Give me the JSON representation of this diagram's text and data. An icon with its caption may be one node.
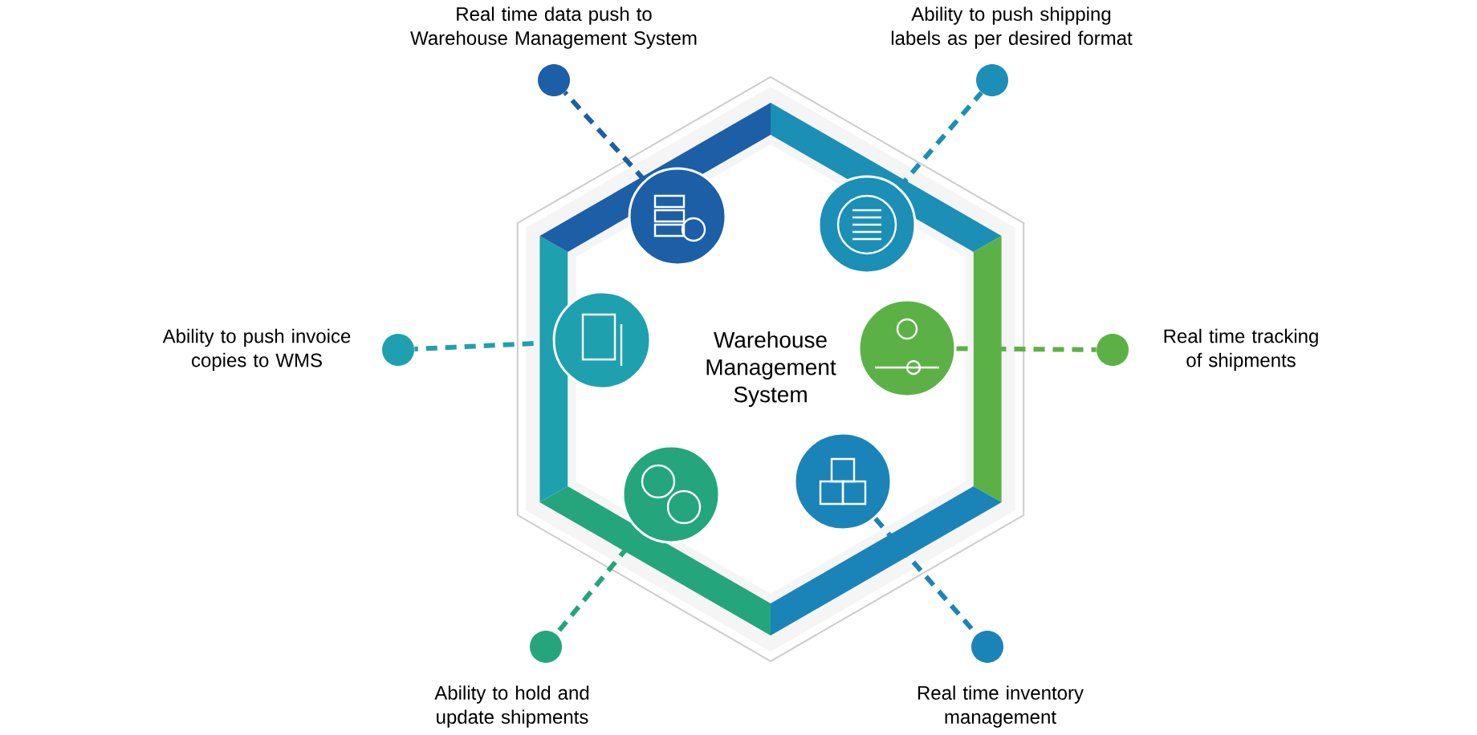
{
  "diagram": {
    "nodes": [
      {
        "text": [
          "Warehouse Management System"
        ]
      },
      {
        "text": [],
        "shape": "circle",
        "in": 0
      },
      {
        "text": [],
        "shape": "circle",
        "in": 0
      },
      {
        "text": [],
        "shape": "circle",
        "in": 0
      },
      {
        "text": [],
        "shape": "circle",
        "in": 0
      },
      {
        "text": [],
        "shape": "circle",
        "in": 0
      },
      {
        "text": [],
        "shape": "circle",
        "in": 0
      },
      {
        "text": [],
        "shape": "circle",
        "beside": [
          "Real time data push to Warehouse Management System"
        ]
      },
      {
        "text": [],
        "shape": "circle",
        "beside": [
          "Ability to push shipping labels as per desired format"
        ]
      },
      {
        "text": [],
        "shape": "circle",
        "beside": [
          "Ability to push invoice copies to WMS"
        ]
      },
      {
        "text": [],
        "shape": "circle",
        "beside": [
          "Real time tracking of shipments"
        ]
      },
      {
        "text": [],
        "shape": "circle",
        "beside": [
          "Ability to hold and update shipments"
        ]
      },
      {
        "text": [],
        "shape": "circle",
        "beside": [
          "Real time inventory management"
        ]
      }
    ],
    "edges": [
      {
        "from": 1,
        "to": 7,
        "arrow": "none",
        "style": "dashed",
        "color": "#1d5fa6"
      },
      {
        "from": 2,
        "to": 8,
        "arrow": "none",
        "style": "dashed",
        "color": "#1b8fb5"
      },
      {
        "from": 3,
        "to": 9,
        "arrow": "none",
        "style": "dashed",
        "color": "#1fa0ae"
      },
      {
        "from": 4,
        "to": 10,
        "arrow": "none",
        "style": "dashed",
        "color": "#5cb146"
      },
      {
        "from": 5,
        "to": 11,
        "arrow": "none",
        "style": "dashed",
        "color": "#25a57c"
      },
      {
        "from": 6,
        "to": 12,
        "arrow": "none",
        "style": "dashed",
        "color": "#1a84b8"
      }
    ]
  }
}
